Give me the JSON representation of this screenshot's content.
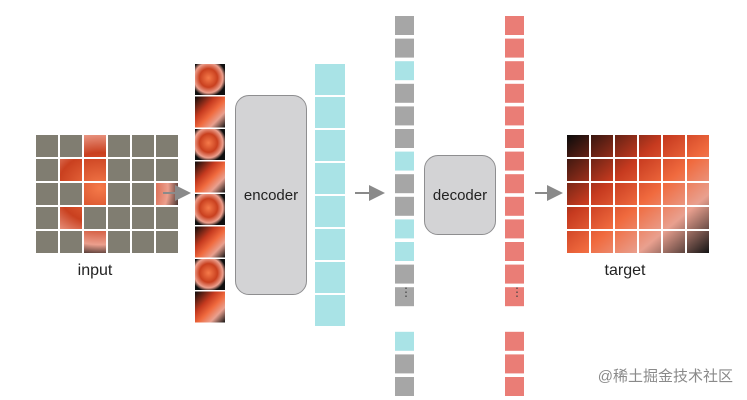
{
  "labels": {
    "input": "input",
    "encoder": "encoder",
    "decoder": "decoder",
    "target": "target",
    "ellipsis": "⋮",
    "watermark": "@稀土掘金技术社区"
  },
  "colors": {
    "mask_gray": "#807d71",
    "encoded_cyan": "#a9e3e6",
    "mask_token_gray": "#a6a6a6",
    "decoder_out_red": "#ea7d76",
    "arrow": "#8a8a8a",
    "box_fill": "#d3d3d5",
    "box_border": "#8e8e90"
  },
  "grid": {
    "visible_mask": [
      [
        0,
        0,
        1,
        0,
        0,
        0
      ],
      [
        0,
        1,
        1,
        0,
        0,
        0
      ],
      [
        0,
        0,
        1,
        0,
        0,
        1
      ],
      [
        0,
        1,
        0,
        0,
        0,
        0
      ],
      [
        0,
        0,
        1,
        0,
        0,
        0
      ]
    ]
  },
  "decoder_input_sequence": [
    "g",
    "g",
    "c",
    "g",
    "g",
    "g",
    "c",
    "g",
    "g",
    "c",
    "c",
    "g",
    "g",
    "dots",
    "c",
    "g",
    "g"
  ],
  "encoder_output_count": 8,
  "visible_patch_count": 8,
  "decoder_output_count": 16
}
